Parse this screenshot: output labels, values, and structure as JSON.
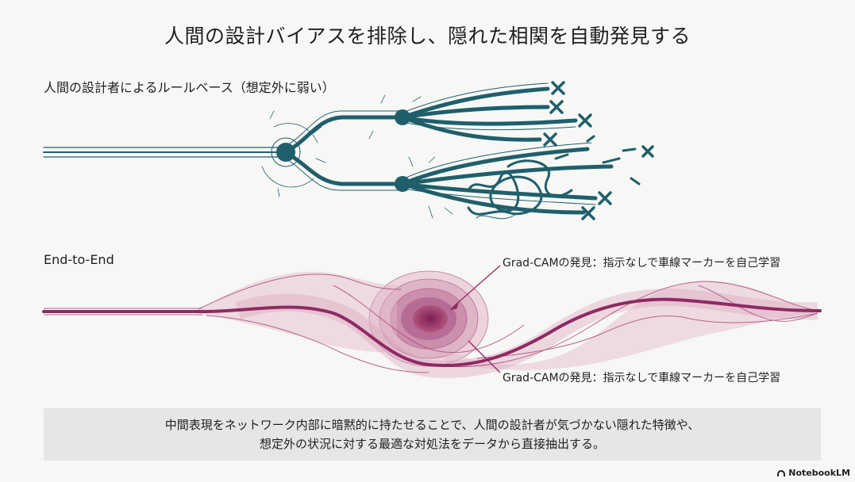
{
  "title": "人間の設計バイアスを排除し、隠れた相関を自動発見する",
  "rule_based": {
    "label": "人間の設計者によるルールベース（想定外に弱い）"
  },
  "end_to_end": {
    "label": "End-to-End",
    "annotation_top": "Grad-CAMの発見：指示なしで車線マーカーを自己学習",
    "annotation_bottom": "Grad-CAMの発見：指示なしで車線マーカーを自己学習"
  },
  "summary": {
    "line1": "中間表現をネットワーク内部に暗黙的に持たせることで、人間の設計者が気づかない隠れた特徴や、",
    "line2": "想定外の状況に対する最適な対処法をデータから直接抽出する。"
  },
  "badge": "NotebookLM",
  "colors": {
    "teal": "#1f5f6b",
    "magenta": "#8e2a63",
    "summary_bg": "#e6e6e4"
  }
}
